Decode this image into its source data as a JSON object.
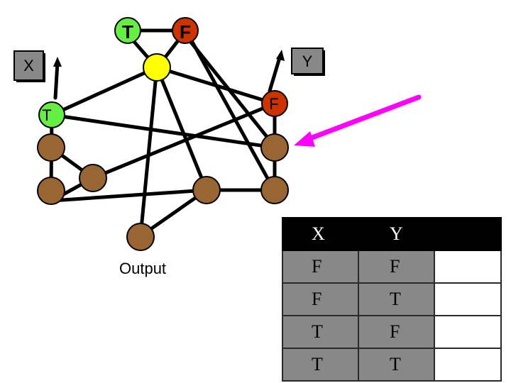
{
  "nodes": {
    "top_true": "T",
    "top_false": "F",
    "right_false": "F",
    "left_true": "T"
  },
  "boxes": {
    "x": "X",
    "y": "Y"
  },
  "output_label": "Output",
  "colors": {
    "true_node": "#66ee44",
    "false_node": "#cc3300",
    "junction_node": "#ffff00",
    "gate_node": "#996633",
    "arrow": "#ff00ff",
    "io_box": "#888888"
  },
  "truth_table": {
    "headers": [
      "X",
      "Y",
      ""
    ],
    "rows": [
      [
        "F",
        "F",
        ""
      ],
      [
        "F",
        "T",
        ""
      ],
      [
        "T",
        "F",
        ""
      ],
      [
        "T",
        "T",
        ""
      ]
    ]
  }
}
